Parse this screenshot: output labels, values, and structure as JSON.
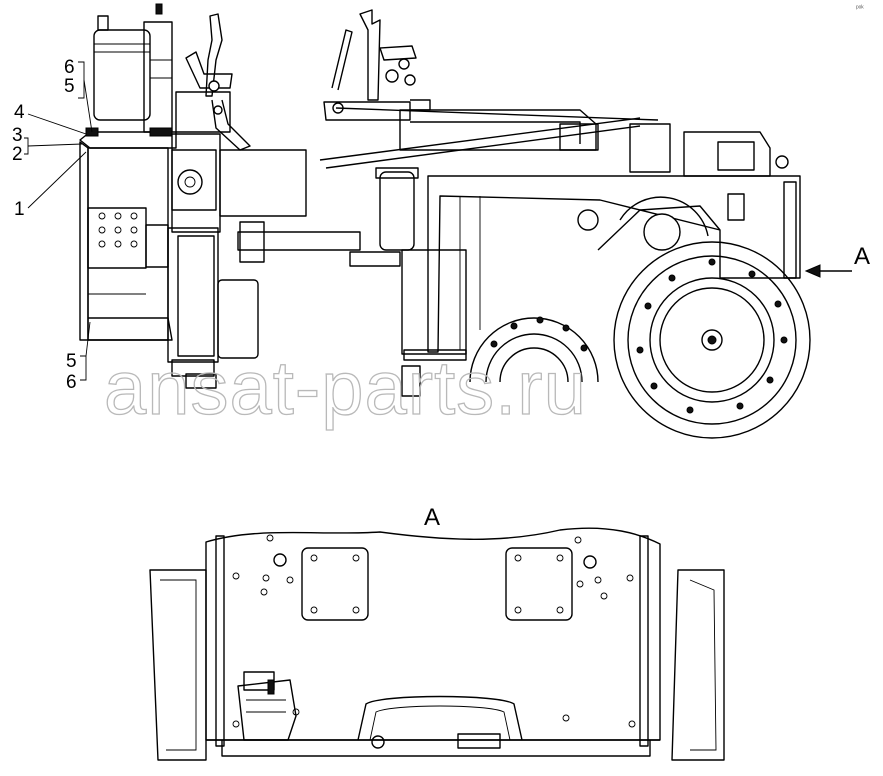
{
  "corner_mark": "ᵖᵒᵏ",
  "watermark": "ansat-parts.ru",
  "view_marker": "A",
  "view_title": "A",
  "callouts": [
    {
      "id": "c6a",
      "text": "6"
    },
    {
      "id": "c5a",
      "text": "5"
    },
    {
      "id": "c4",
      "text": "4"
    },
    {
      "id": "c3",
      "text": "3"
    },
    {
      "id": "c2",
      "text": "2"
    },
    {
      "id": "c1",
      "text": "1"
    },
    {
      "id": "c5b",
      "text": "5"
    },
    {
      "id": "c6b",
      "text": "6"
    }
  ]
}
